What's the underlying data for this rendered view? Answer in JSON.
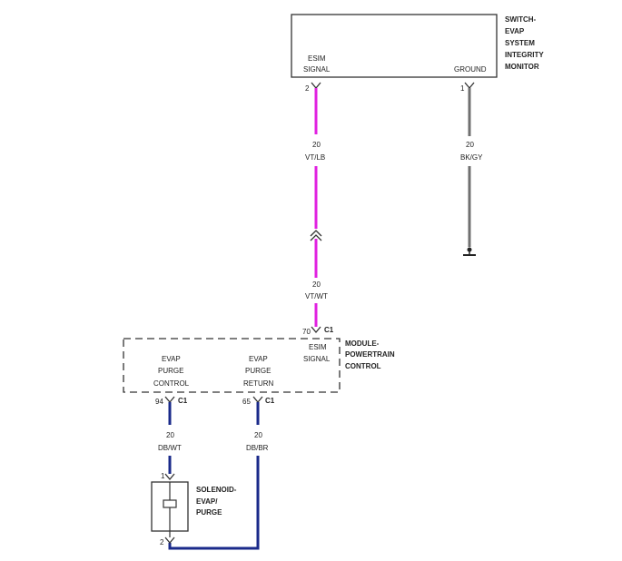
{
  "components": {
    "switch": {
      "title_lines": [
        "SWITCH-",
        "EVAP",
        "SYSTEM",
        "INTEGRITY",
        "MONITOR"
      ],
      "esim_signal": [
        "ESIM",
        "SIGNAL"
      ],
      "ground": "GROUND",
      "pin_signal": "2",
      "pin_ground": "1"
    },
    "pcm": {
      "title_lines": [
        "MODULE-",
        "POWERTRAIN",
        "CONTROL"
      ],
      "esim_signal": [
        "ESIM",
        "SIGNAL"
      ],
      "purge_control": [
        "EVAP",
        "PURGE",
        "CONTROL"
      ],
      "purge_return": [
        "EVAP",
        "PURGE",
        "RETURN"
      ],
      "pin_esim": "70",
      "pin_control": "94",
      "pin_return": "65",
      "connector": "C1"
    },
    "solenoid": {
      "title_lines": [
        "SOLENOID-",
        "EVAP/",
        "PURGE"
      ],
      "pin_top": "1",
      "pin_bottom": "2"
    }
  },
  "wires": {
    "esim_upper": {
      "gauge": "20",
      "color_code": "VT/LB"
    },
    "esim_lower": {
      "gauge": "20",
      "color_code": "VT/WT"
    },
    "ground": {
      "gauge": "20",
      "color_code": "BK/GY"
    },
    "purge_control": {
      "gauge": "20",
      "color_code": "DB/WT"
    },
    "purge_return": {
      "gauge": "20",
      "color_code": "DB/BR"
    }
  },
  "colors": {
    "violet": "#e020e0",
    "gray": "#707070",
    "dark_blue": "#1a2a8a",
    "outline": "#333333"
  }
}
